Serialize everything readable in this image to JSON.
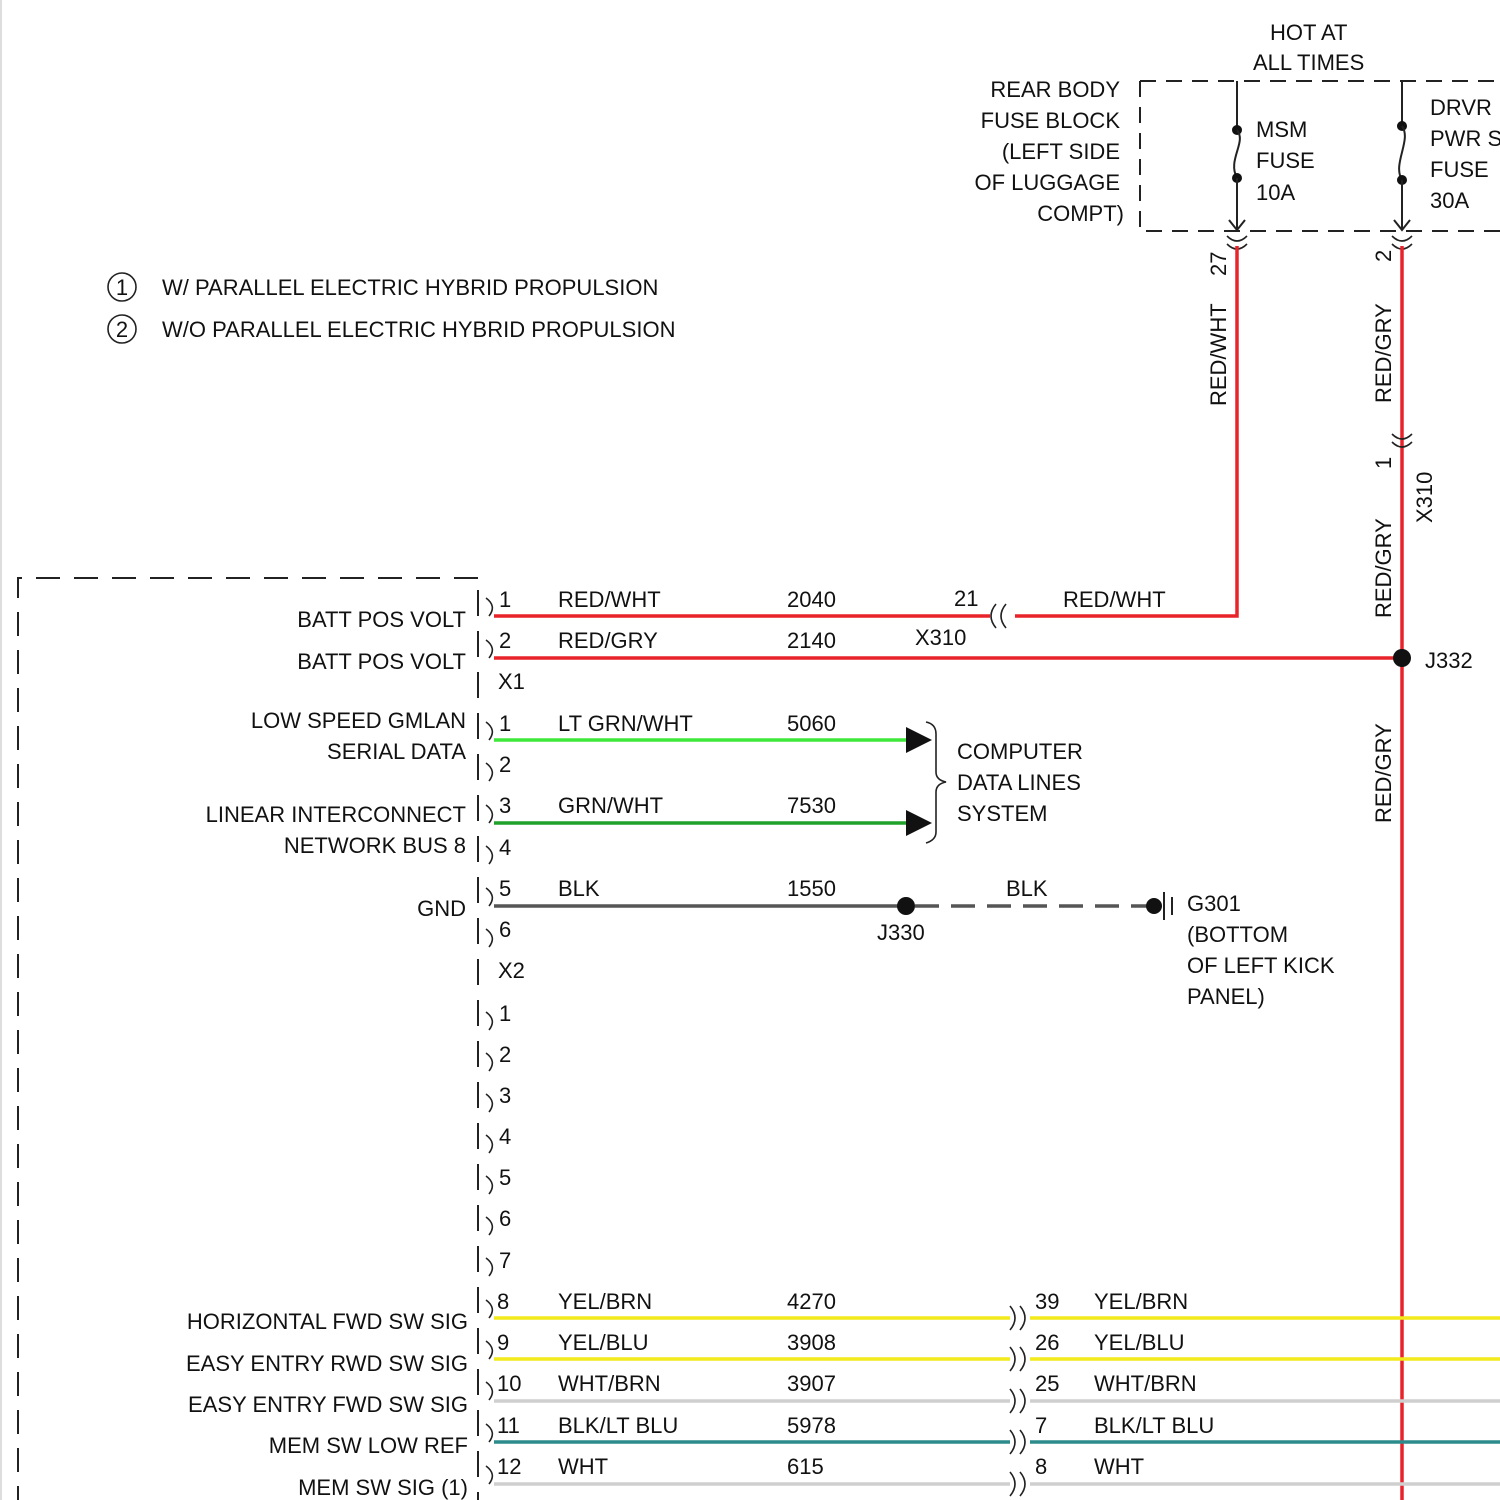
{
  "header": {
    "hot_at_1": "HOT AT",
    "hot_at_2": "ALL TIMES"
  },
  "fuse_block": {
    "label": [
      "REAR BODY",
      "FUSE BLOCK",
      "(LEFT SIDE",
      "OF LUGGAGE",
      "COMPT)"
    ],
    "msm_fuse": [
      "MSM",
      "FUSE",
      "10A"
    ],
    "drvr_fuse": [
      "DRVR",
      "PWR S",
      "FUSE",
      "30A"
    ]
  },
  "notes": [
    {
      "num": "1",
      "text": "W/ PARALLEL ELECTRIC HYBRID PROPULSION"
    },
    {
      "num": "2",
      "text": "W/O PARALLEL ELECTRIC HYBRID PROPULSION"
    }
  ],
  "vertical_wires": {
    "left_pin": "27",
    "left_color": "RED/WHT",
    "right_pin_top": "2",
    "right_color_1": "RED/GRY",
    "right_pin_mid": "1",
    "right_connector": "X310",
    "right_color_2": "RED/GRY",
    "right_color_3": "RED/GRY"
  },
  "module_labels": {
    "batt_pos_1": "BATT POS VOLT",
    "batt_pos_2": "BATT POS VOLT",
    "gmlan_1": "LOW SPEED GMLAN",
    "gmlan_2": "SERIAL DATA",
    "lin_1": "LINEAR INTERCONNECT",
    "lin_2": "NETWORK BUS 8",
    "gnd": "GND",
    "horiz_fwd": "HORIZONTAL FWD SW SIG",
    "easy_rwd": "EASY ENTRY RWD SW SIG",
    "easy_fwd": "EASY ENTRY FWD SW SIG",
    "mem_low": "MEM SW LOW REF",
    "mem_sig": "MEM SW SIG (1)"
  },
  "connectors": {
    "x1": "X1",
    "x2": "X2",
    "x310_pin": "21",
    "x310": "X310",
    "j332": "J332",
    "j330": "J330"
  },
  "circuits": {
    "c1": {
      "pin": "1",
      "color": "RED/WHT",
      "circuit": "2040",
      "far_color": "RED/WHT"
    },
    "c2": {
      "pin": "2",
      "color": "RED/GRY",
      "circuit": "2140"
    },
    "c3": {
      "pin": "1",
      "color": "LT GRN/WHT",
      "circuit": "5060"
    },
    "c4": {
      "pin": "2"
    },
    "c5": {
      "pin": "3",
      "color": "GRN/WHT",
      "circuit": "7530"
    },
    "c6": {
      "pin": "4"
    },
    "c7": {
      "pin": "5",
      "color": "BLK",
      "circuit": "1550",
      "far_color": "BLK"
    },
    "c8": {
      "pin": "6"
    }
  },
  "data_lines": [
    "COMPUTER",
    "DATA LINES",
    "SYSTEM"
  ],
  "ground": [
    "G301",
    "(BOTTOM",
    "OF LEFT KICK",
    "PANEL)"
  ],
  "x2_pins": [
    "1",
    "2",
    "3",
    "4",
    "5",
    "6",
    "7"
  ],
  "bottom_rows": [
    {
      "pin": "8",
      "color": "YEL/BRN",
      "circuit": "4270",
      "far_pin": "39",
      "far_color": "YEL/BRN"
    },
    {
      "pin": "9",
      "color": "YEL/BLU",
      "circuit": "3908",
      "far_pin": "26",
      "far_color": "YEL/BLU"
    },
    {
      "pin": "10",
      "color": "WHT/BRN",
      "circuit": "3907",
      "far_pin": "25",
      "far_color": "WHT/BRN"
    },
    {
      "pin": "11",
      "color": "BLK/LT BLU",
      "circuit": "5978",
      "far_pin": "7",
      "far_color": "BLK/LT BLU"
    },
    {
      "pin": "12",
      "color": "WHT",
      "circuit": "615",
      "far_pin": "8",
      "far_color": "WHT"
    }
  ],
  "wire_colors": {
    "red": "#e8232a",
    "green_light": "#3ee83a",
    "green": "#1fa12a",
    "black": "#555555",
    "yellow": "#f2ea1a",
    "white": "#cfcfcf",
    "teal": "#2d8b8b"
  }
}
